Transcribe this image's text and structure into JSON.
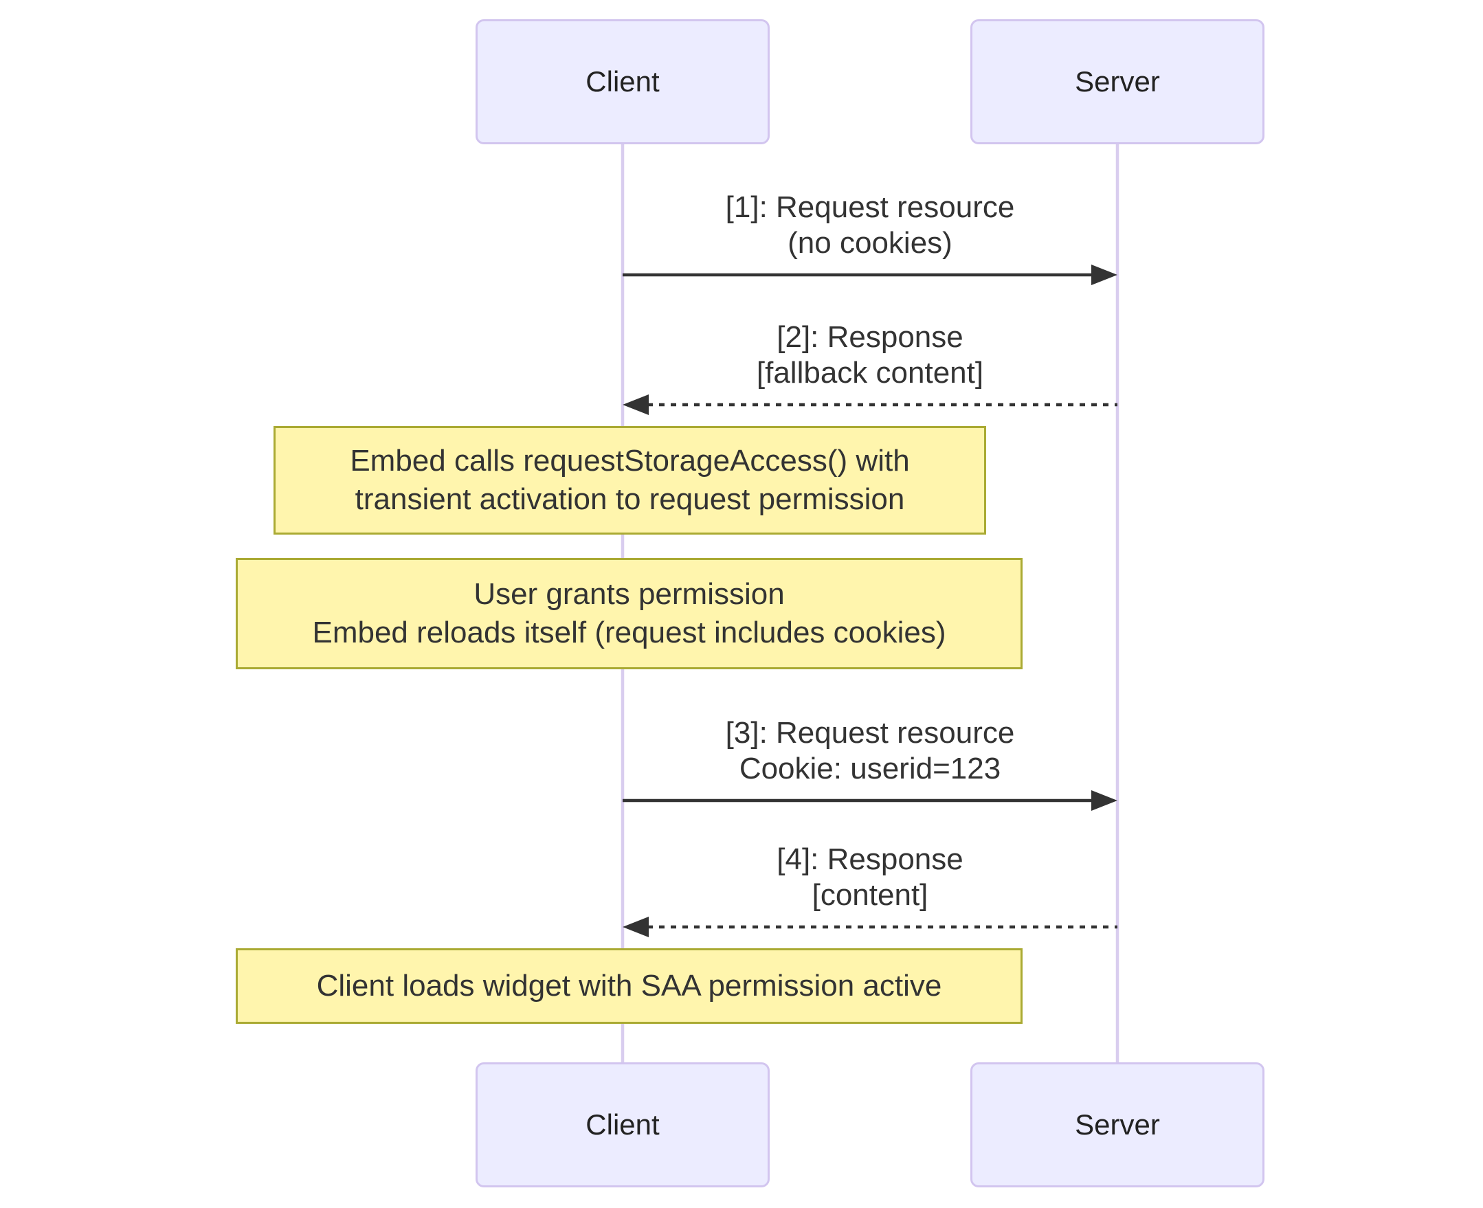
{
  "actors": {
    "client": "Client",
    "server": "Server"
  },
  "messages": [
    {
      "lines": [
        "[1]: Request resource",
        "(no cookies)"
      ],
      "direction": "client-to-server",
      "line_style": "solid"
    },
    {
      "lines": [
        "[2]: Response",
        "[fallback content]"
      ],
      "direction": "server-to-client",
      "line_style": "dashed"
    },
    {
      "lines": [
        "[3]: Request resource",
        "Cookie: userid=123"
      ],
      "direction": "client-to-server",
      "line_style": "solid"
    },
    {
      "lines": [
        "[4]: Response",
        "[content]"
      ],
      "direction": "server-to-client",
      "line_style": "dashed"
    }
  ],
  "notes": [
    {
      "lines": [
        "Embed calls requestStorageAccess() with",
        "transient activation to request permission"
      ]
    },
    {
      "lines": [
        "User grants permission",
        "Embed reloads itself (request includes cookies)"
      ]
    },
    {
      "lines": [
        "Client loads widget with SAA permission active"
      ]
    }
  ],
  "colors": {
    "actor_fill": "#ECECFF",
    "actor_border": "#D2C5EF",
    "lifeline": "#D9CDEF",
    "note_fill": "#FFF5AD",
    "note_border": "#AAAA33",
    "arrow": "#333333",
    "text": "#333333"
  }
}
